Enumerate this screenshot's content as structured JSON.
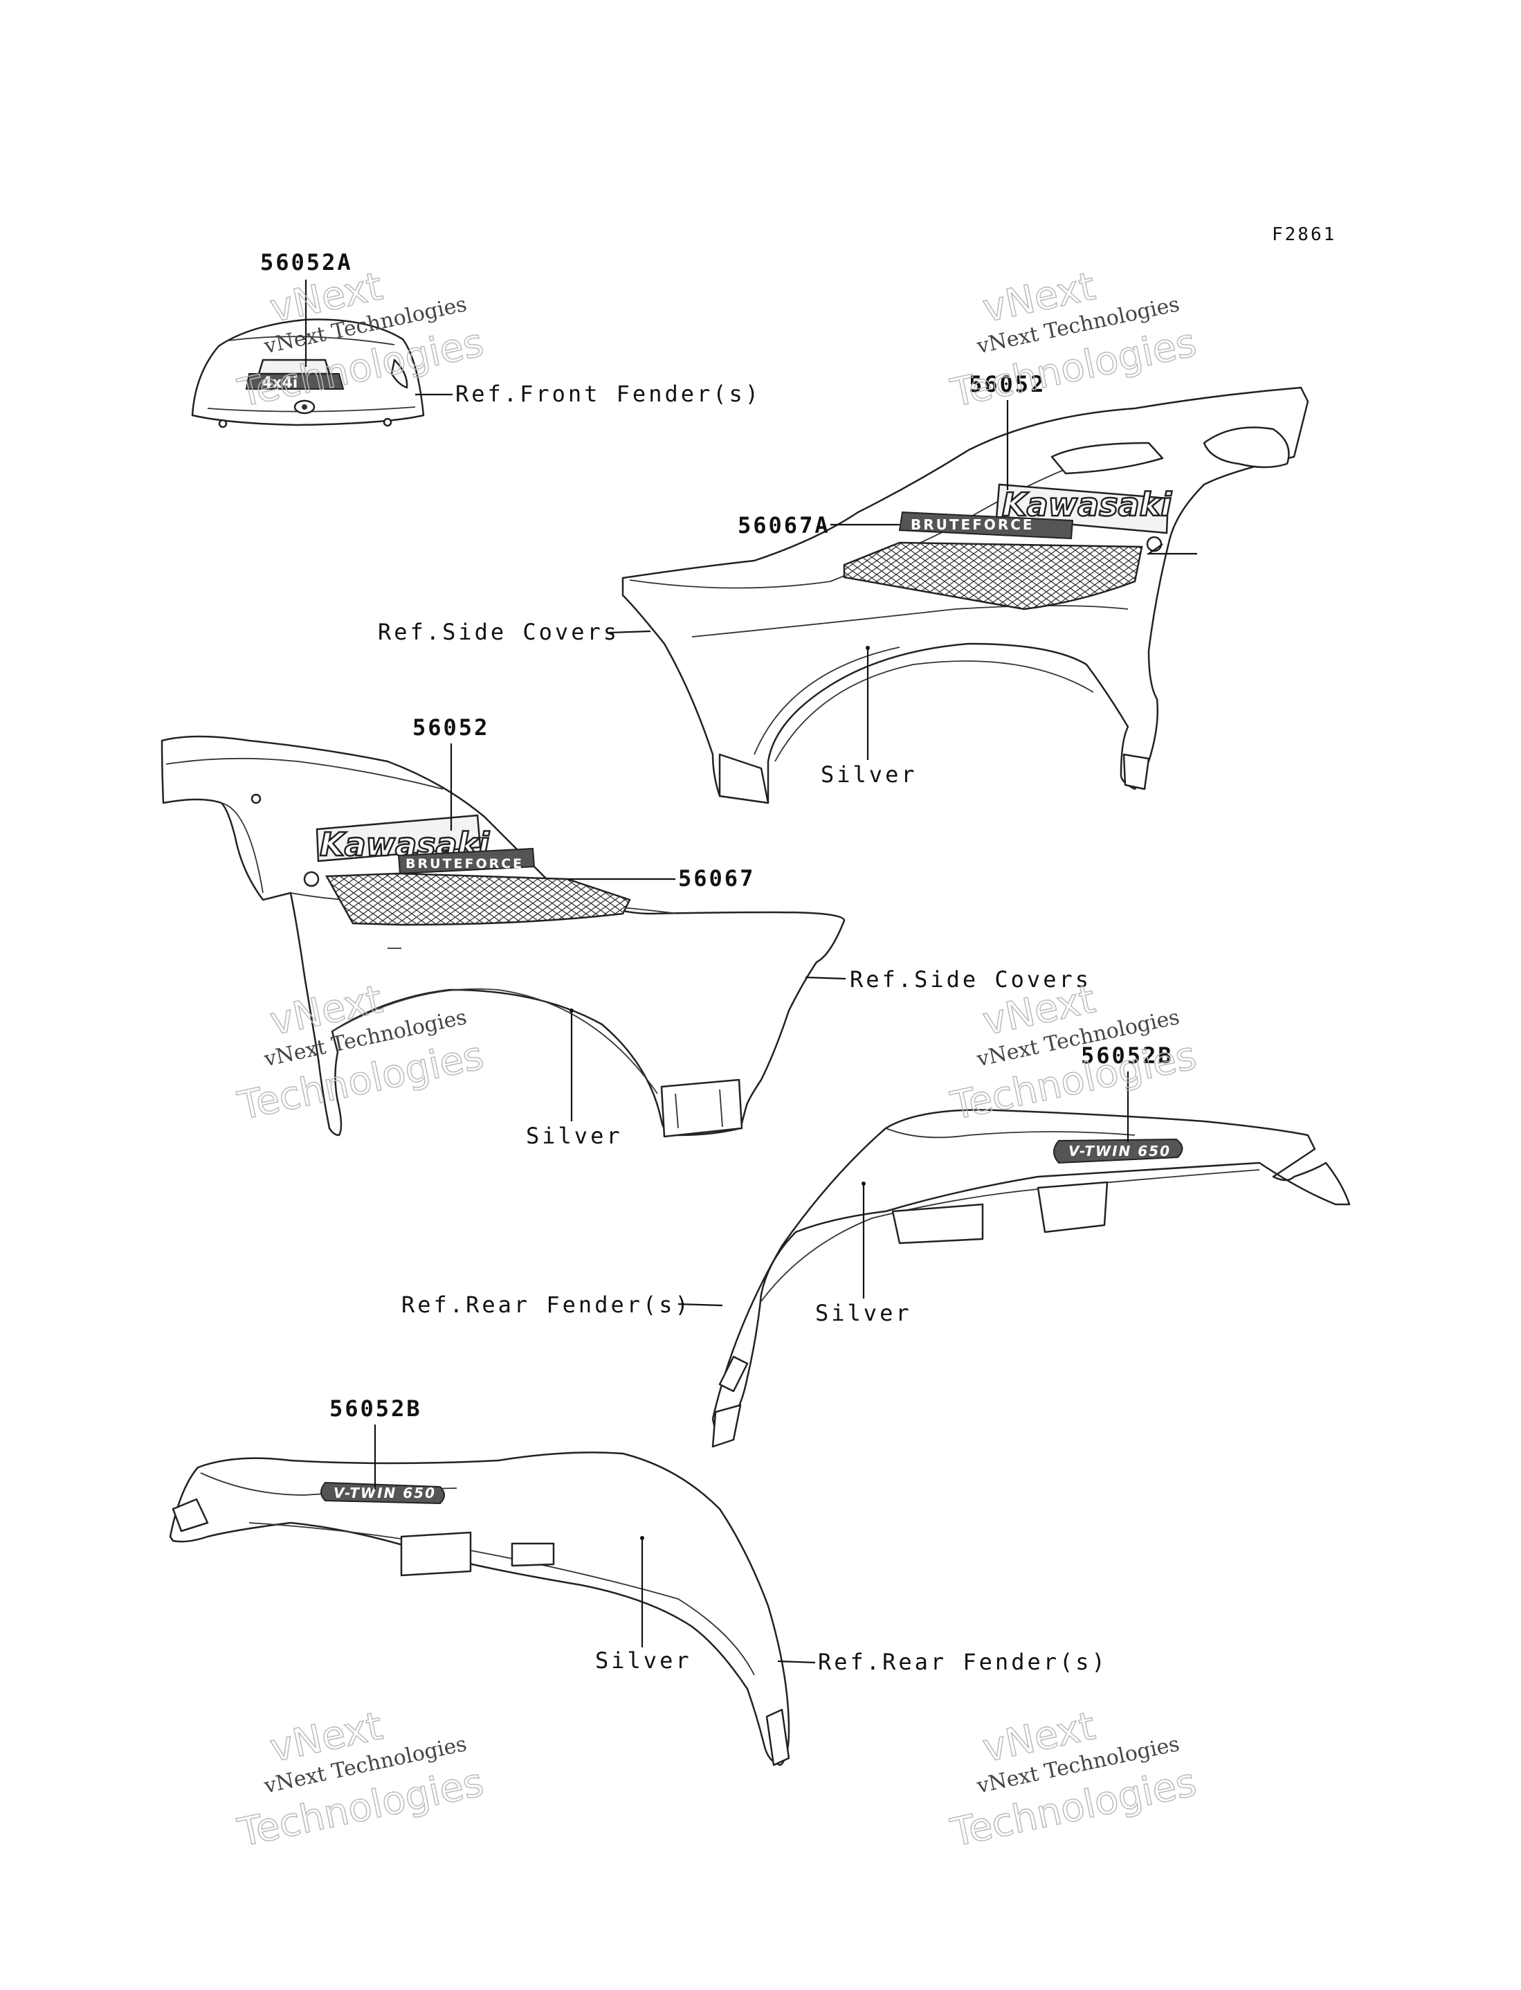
{
  "figure_code": "F2861",
  "watermark": {
    "line1": "vNext",
    "line2": "vNext Technologies",
    "line3": "Technologies"
  },
  "callouts": {
    "front_decal": "56052A",
    "ref_front_fender": "Ref.Front Fender(s)",
    "right_cover_emblem": "56052",
    "right_cover_stripe": "56067A",
    "ref_side_covers_right": "Ref.Side Covers",
    "silver_right_cover": "Silver",
    "left_cover_emblem": "56052",
    "left_cover_stripe": "56067",
    "ref_side_covers_left": "Ref.Side Covers",
    "silver_left_cover": "Silver",
    "rear_right_decal": "56052B",
    "ref_rear_fender_right": "Ref.Rear Fender(s)",
    "silver_rear_right": "Silver",
    "rear_left_decal": "56052B",
    "silver_rear_left": "Silver",
    "ref_rear_fender_left": "Ref.Rear Fender(s)"
  },
  "decals": {
    "kawasaki": "Kawasaki",
    "bruteforce": "BRUTEFORCE",
    "v_twin": "V-TWIN 650",
    "front_badge": "4x4i"
  }
}
